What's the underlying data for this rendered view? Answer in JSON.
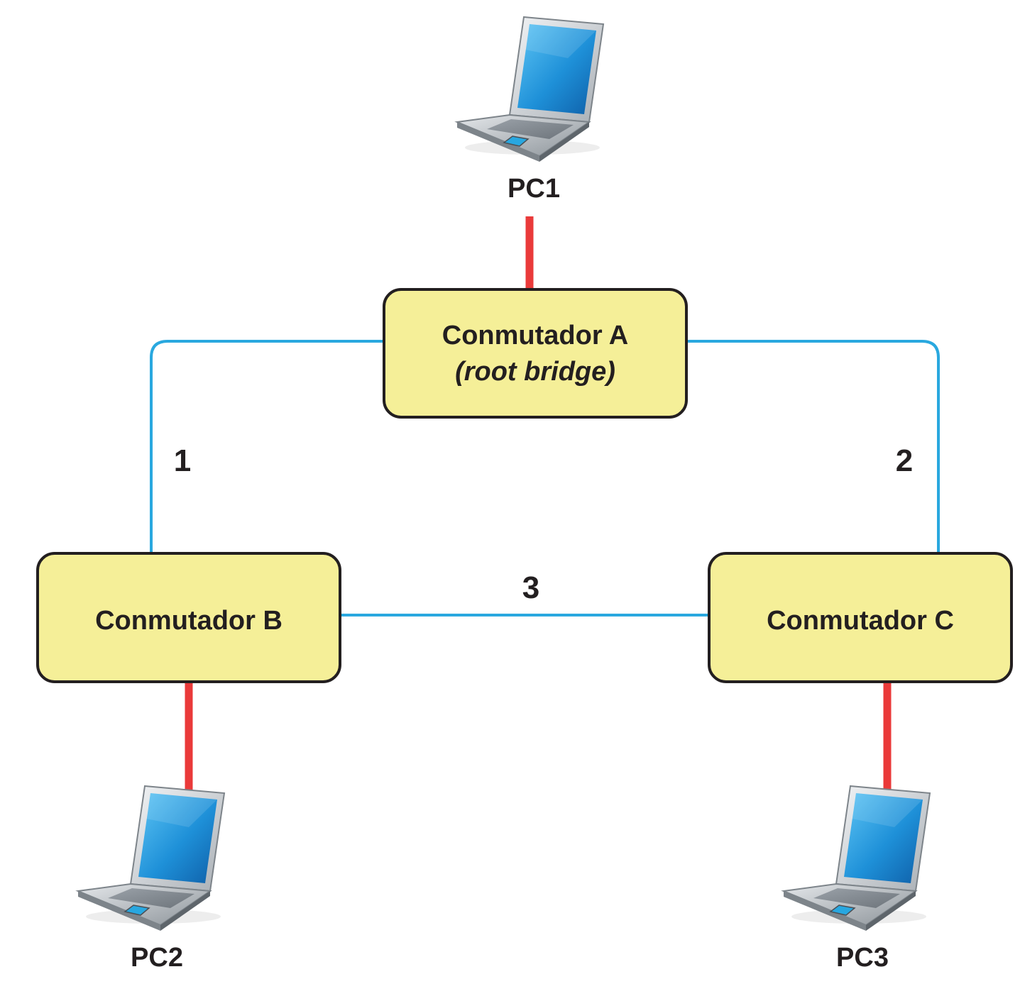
{
  "switches": {
    "a": {
      "label": "Conmutador A",
      "sublabel": "(root bridge)"
    },
    "b": {
      "label": "Conmutador B"
    },
    "c": {
      "label": "Conmutador C"
    }
  },
  "pcs": {
    "pc1": {
      "label": "PC1"
    },
    "pc2": {
      "label": "PC2"
    },
    "pc3": {
      "label": "PC3"
    }
  },
  "links": {
    "link1": {
      "label": "1"
    },
    "link2": {
      "label": "2"
    },
    "link3": {
      "label": "3"
    }
  },
  "colors": {
    "switch_fill": "#f5ef98",
    "switch_stroke": "#231f20",
    "trunk_link": "#29a8df",
    "access_link": "#ea3a3a",
    "screen": "#1e90d8"
  },
  "icons": {
    "pc": "laptop-icon"
  }
}
